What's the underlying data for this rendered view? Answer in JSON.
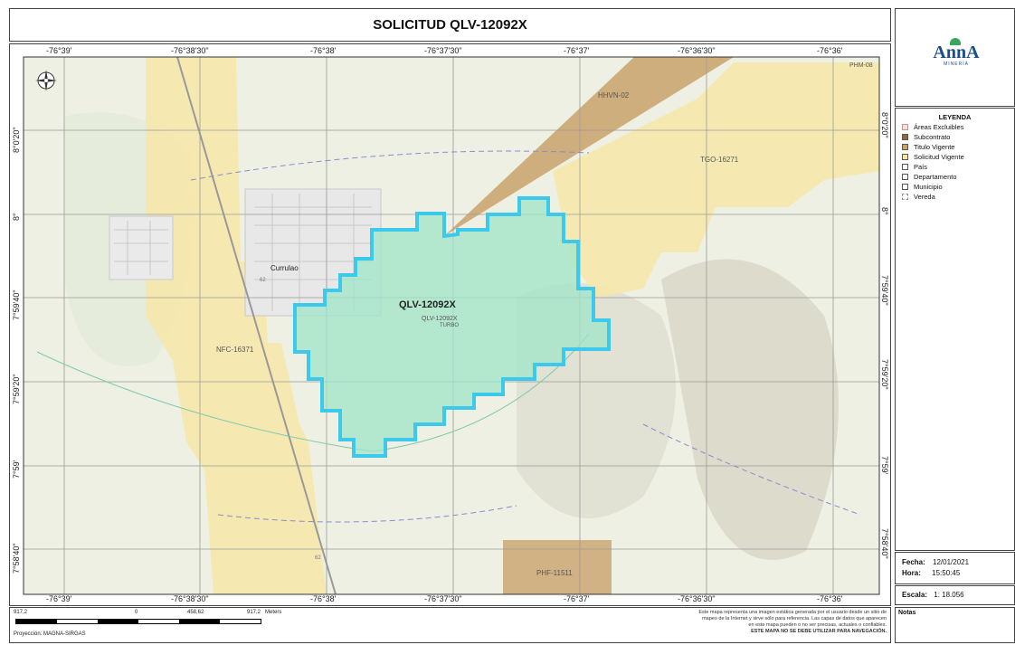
{
  "title": "SOLICITUD QLV-12092X",
  "logo": {
    "text": "AnnA",
    "subtext": "MINERÍA"
  },
  "map": {
    "top_ticks": [
      "-76°39'",
      "-76°38'30\"",
      "-76°38'",
      "-76°37'30\"",
      "-76°37'",
      "-76°36'30\"",
      "-76°36'"
    ],
    "bottom_ticks": [
      "-76°39'",
      "-76°38'30\"",
      "-76°38'",
      "-76°37'30\"",
      "-76°37'",
      "-76°36'30\"",
      "-76°36'"
    ],
    "left_ticks": [
      "8°0'20\"",
      "8°",
      "7°59'40\"",
      "7°59'20\"",
      "7°59'",
      "7°58'40\""
    ],
    "right_ticks": [
      "8°0'20\"",
      "8°",
      "7°59'40\"",
      "7°59'20\"",
      "7°59'",
      "7°58'40\""
    ],
    "labels": {
      "main": "QLV-12092X",
      "main_small": "QLV-12092X",
      "turbo": "TURBO",
      "town": "Currulao",
      "nfc": "NFC-16371",
      "tgo": "TGO-16271",
      "hhvn": "HHVN-02",
      "phm": "PHM-08",
      "phf": "PHF-11511",
      "road1": "62",
      "road2": "62"
    }
  },
  "legend": {
    "title": "LEYENDA",
    "items": [
      {
        "label": "Áreas Excluibles",
        "color": "#f5dede"
      },
      {
        "label": "Subcontrato",
        "color": "#8a6a47"
      },
      {
        "label": "Titulo Vigente",
        "color": "#c9a26c"
      },
      {
        "label": "Solicitud Vigente",
        "color": "#f6e7a8"
      },
      {
        "label": "País",
        "color": "#ffffff"
      },
      {
        "label": "Departamento",
        "color": "#ffffff"
      },
      {
        "label": "Municipio",
        "color": "#ffffff"
      },
      {
        "label": "Vereda",
        "color": "#ffffff"
      }
    ]
  },
  "date": {
    "fecha_label": "Fecha:",
    "fecha": "12/01/2021",
    "hora_label": "Hora:",
    "hora": "15:50:45"
  },
  "scale": {
    "label": "Escala:",
    "value": "1: 18.056"
  },
  "notes": {
    "label": "Notas"
  },
  "scalebar": {
    "l0": "917,2",
    "l1": "0",
    "l2": "458,62",
    "l3": "917,2",
    "unit": "Meters",
    "projection": "Proyección: MAGNA-SIRGAS"
  },
  "disclaimer": {
    "line1": "Este mapa representa una imagen estática generada por el usuario desde un sitio de",
    "line2": "mapeo de la Internet y  sirve sólo para referencia. Las capas de datos que aparecen",
    "line3": "en este mapa pueden o no ser precisas, actuales o confiables.",
    "line4": "ESTE MAPA NO SE DEBE UTILIZAR PARA NAVEGACIÓN."
  },
  "colors": {
    "solicitud": "#f6e7a8",
    "titulo": "#c9a26c",
    "selected_fill": "#9fe6c8",
    "selected_stroke": "#3cc9ec"
  }
}
